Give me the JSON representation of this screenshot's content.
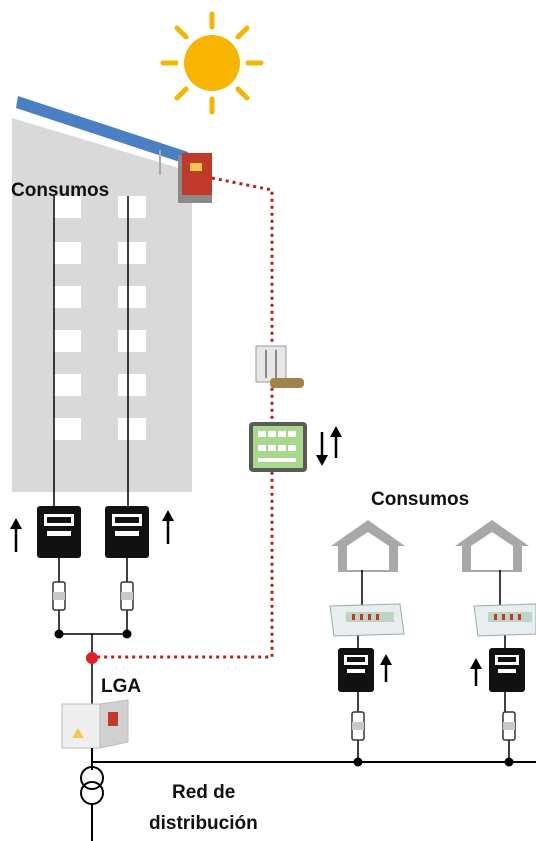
{
  "labels": {
    "building_consumption": "Consumos",
    "houses_consumption": "Consumos",
    "lga": "LGA",
    "grid_line1": "Red de",
    "grid_line2": "distribución"
  },
  "colors": {
    "building": "#d9d9d9",
    "solar_panel": "#4a7fc1",
    "sun": "#f7b500",
    "inverter": "#c0392b",
    "signal_line": "#b22222",
    "house": "#a8a8a8",
    "meter": "#111111",
    "wire": "#000000"
  },
  "icons": [
    "sun-icon",
    "solar-panel-icon",
    "inverter-icon",
    "switch-icon",
    "meter-panel-icon",
    "smart-meter-icon",
    "fuse-icon",
    "lga-box-icon",
    "transformer-icon",
    "house-icon",
    "breaker-panel-icon",
    "arrow-up-icon",
    "arrow-updown-icon",
    "junction-dot-icon"
  ]
}
